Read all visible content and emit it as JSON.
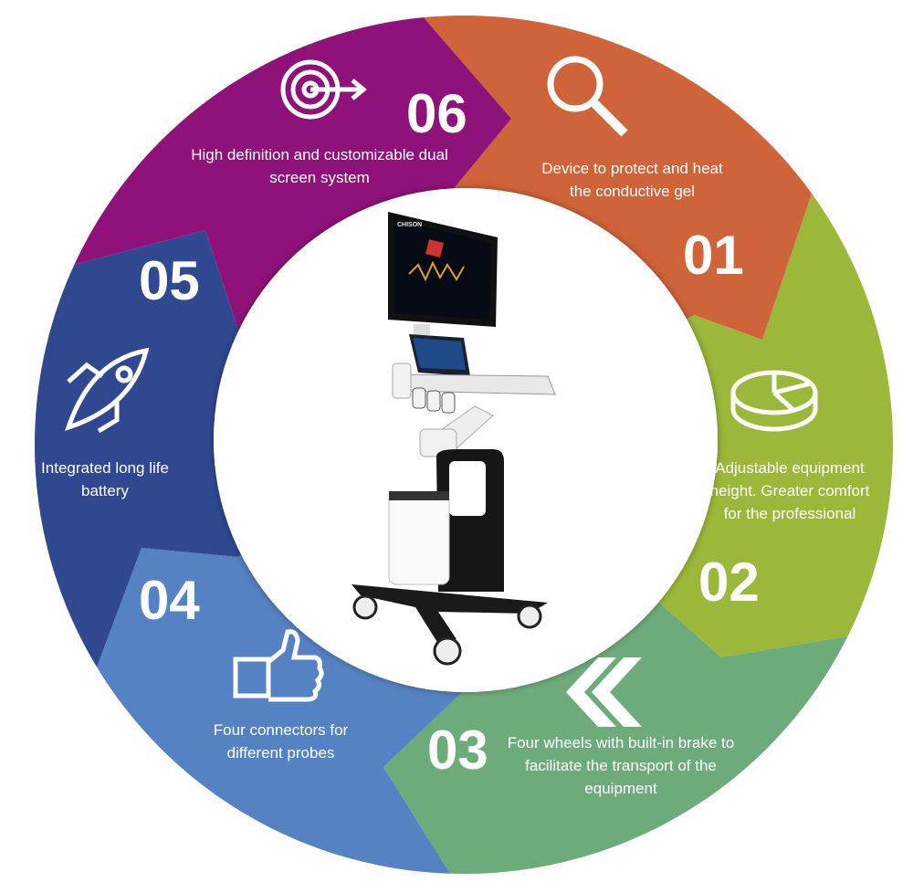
{
  "colors": {
    "segment_01": "#cf6339",
    "segment_02": "#9cb83a",
    "segment_03": "#6eab7b",
    "segment_04": "#5582c2",
    "segment_05": "#2f4890",
    "segment_06": "#8e1279"
  },
  "segments": [
    {
      "number": "01",
      "text": "Device to protect and heat the conductive gel",
      "icon": "magnifier-icon"
    },
    {
      "number": "02",
      "text": "Adjustable equipment height. Greater comfort for the professional",
      "icon": "pie-chart-icon"
    },
    {
      "number": "03",
      "text": "Four wheels with built-in brake to facilitate the transport of the equipment",
      "icon": "double-chevron-left-icon"
    },
    {
      "number": "04",
      "text": "Four connectors for different probes",
      "icon": "thumbs-up-icon"
    },
    {
      "number": "05",
      "text": "Integrated long life battery",
      "icon": "rocket-icon"
    },
    {
      "number": "06",
      "text": "High definition and customizable dual screen system",
      "icon": "target-icon"
    }
  ],
  "center_image": "ultrasound-cart",
  "device_brand": "CHISON"
}
